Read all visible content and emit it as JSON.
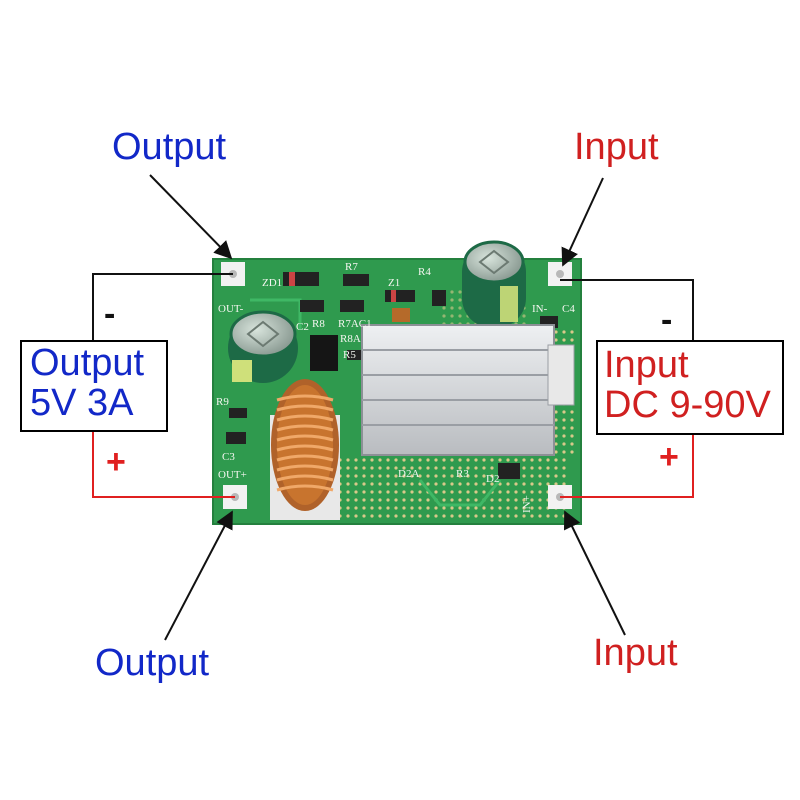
{
  "labels": {
    "output_top": "Output",
    "output_bottom": "Output",
    "input_top": "Input",
    "input_bottom": "Input"
  },
  "output_box": {
    "line1": "Output",
    "line2": "5V 3A"
  },
  "input_box": {
    "line1": "Input",
    "line2": "DC 9-90V"
  },
  "polarity": {
    "output_minus": "-",
    "output_plus": "+",
    "input_minus": "-",
    "input_plus": "+"
  },
  "silkscreen": {
    "out_minus": "OUT-",
    "out_plus": "OUT+",
    "in_minus": "IN-",
    "in_plus": "IN+",
    "zd1": "ZD1",
    "r7": "R7",
    "z1": "Z1",
    "r4": "R4",
    "c4": "C4",
    "r8": "R8",
    "r7ac1": "R7AC1",
    "r8a": "R8A",
    "r5": "R5",
    "c2": "C2",
    "r9": "R9",
    "c3": "C3",
    "d2a": "D2A",
    "r3": "R3",
    "d2": "D2"
  },
  "colors": {
    "output_label": "#1228c8",
    "input_label": "#d02020",
    "pcb": "#2f9a4e",
    "heatsink": "#d8dadc",
    "inductor_copper": "#c8742e",
    "capacitor": "#1d6a46"
  }
}
